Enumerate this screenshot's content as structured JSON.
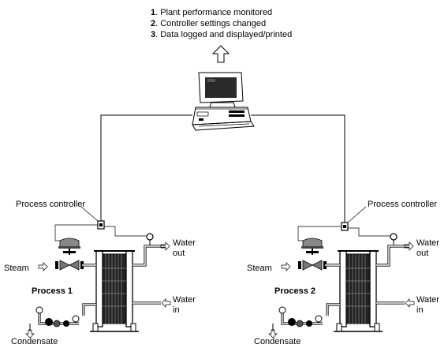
{
  "outcomes": [
    {
      "number": "1",
      "text": ". Plant performance monitored"
    },
    {
      "number": "2",
      "text": ". Controller settings changed"
    },
    {
      "number": "3",
      "text": ". Data logged and displayed/printed"
    }
  ],
  "icons": {
    "upload_arrow": "up-arrow-icon",
    "computer": "computer-icon",
    "heat_exchanger": "plate-heat-exchanger-icon",
    "valve": "control-valve-icon",
    "controller": "process-controller-icon",
    "sensor": "temperature-sensor-icon",
    "steam_trap": "steam-trap-icon",
    "flow_arrow": "flow-arrow-icon"
  },
  "processes": [
    {
      "label": "Process 1",
      "controller_label": "Process controller",
      "steam_label": "Steam",
      "condensate_label": "Condensate",
      "water_out_label": [
        "Water",
        "out"
      ],
      "water_in_label": [
        "Water",
        "in"
      ]
    },
    {
      "label": "Process 2",
      "controller_label": "Process controller",
      "steam_label": "Steam",
      "condensate_label": "Condensate",
      "water_out_label": [
        "Water",
        "out"
      ],
      "water_in_label": [
        "Water",
        "in"
      ]
    }
  ]
}
